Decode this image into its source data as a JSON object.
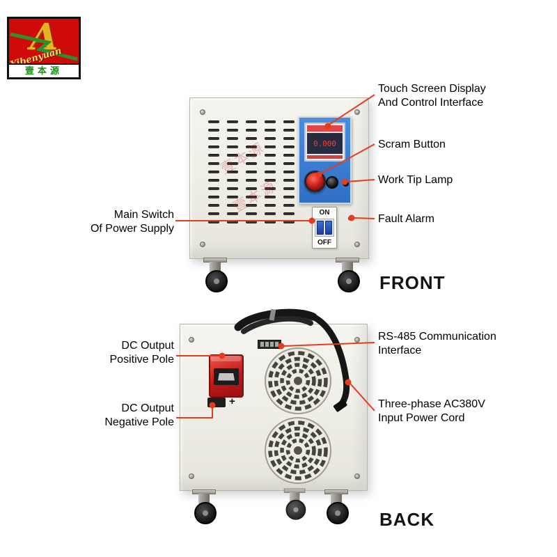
{
  "brand": {
    "name_script": "Yibenyuan",
    "name_cn": "壹本源",
    "monogram": "A",
    "watermark": "壹本源"
  },
  "colors": {
    "callout_line": "#e83b1d",
    "panel_blue": "#3f83d9",
    "terminal_red": "#c01818",
    "logo_red": "#cf0a0a",
    "logo_gold": "#e6b422",
    "logo_green": "#1f8a1f"
  },
  "front_view": {
    "label": "FRONT",
    "screen_value": "0.000",
    "switch_on": "ON",
    "switch_off": "OFF",
    "callouts": {
      "touch_screen": "Touch Screen Display\nAnd Control Interface",
      "scram": "Scram Button",
      "work_tip": "Work Tip Lamp",
      "fault": "Fault Alarm",
      "main_switch": "Main Switch\nOf Power Supply"
    }
  },
  "back_view": {
    "label": "BACK",
    "plus": "+",
    "callouts": {
      "rs485": "RS-485 Communication\nInterface",
      "power_cord": "Three-phase AC380V\nInput Power Cord",
      "dc_positive": "DC Output\nPositive Pole",
      "dc_negative": "DC Output\nNegative Pole"
    }
  }
}
